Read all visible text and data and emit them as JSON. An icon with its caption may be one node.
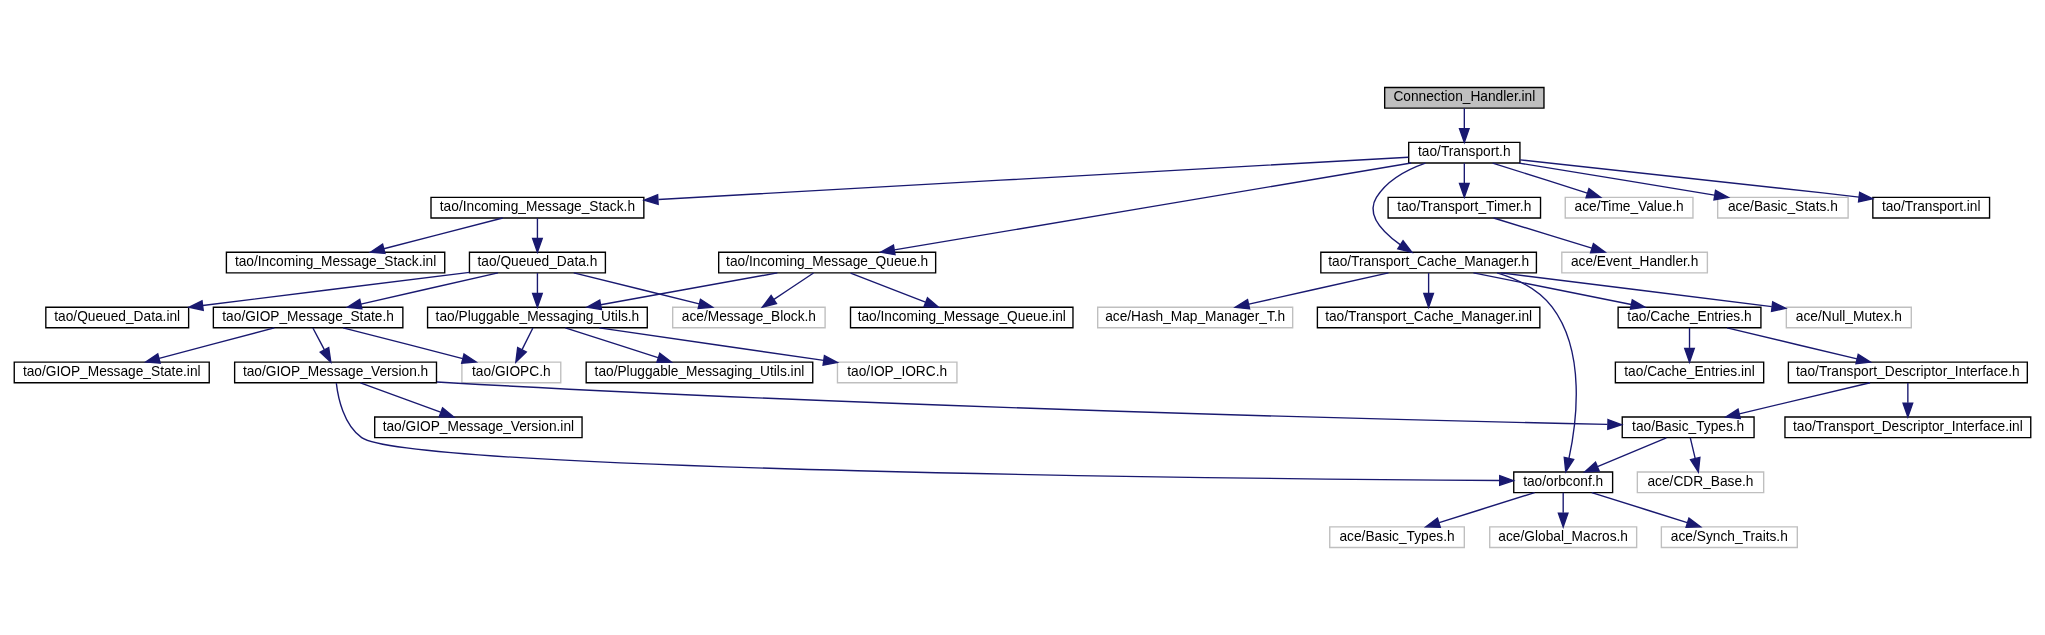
{
  "diagram": {
    "nodes": [
      {
        "text": [
          "Connection_Handler.inl"
        ]
      },
      {
        "text": [
          "tao/Transport.h"
        ]
      },
      {
        "text": [
          "tao/Incoming_Message_Stack.h"
        ]
      },
      {
        "text": [
          "tao/Transport_Timer.h"
        ]
      },
      {
        "text": [
          "ace/Time_Value.h"
        ]
      },
      {
        "text": [
          "ace/Basic_Stats.h"
        ]
      },
      {
        "text": [
          "tao/Transport.inl"
        ]
      },
      {
        "text": [
          "tao/Transport_Cache_Manager.h"
        ]
      },
      {
        "text": [
          "tao/Incoming_Message_Stack.inl"
        ]
      },
      {
        "text": [
          "tao/Queued_Data.h"
        ]
      },
      {
        "text": [
          "tao/Incoming_Message_Queue.h"
        ]
      },
      {
        "text": [
          "ace/Event_Handler.h"
        ]
      },
      {
        "text": [
          "ace/Null_Mutex.h"
        ]
      },
      {
        "text": [
          "ace/Hash_Map_Manager_T.h"
        ]
      },
      {
        "text": [
          "tao/Cache_Entries.h"
        ]
      },
      {
        "text": [
          "tao/Transport_Cache_Manager.inl"
        ]
      },
      {
        "text": [
          "tao/GIOP_Message_State.h"
        ]
      },
      {
        "text": [
          "tao/Queued_Data.inl"
        ]
      },
      {
        "text": [
          "tao/Pluggable_Messaging_Utils.h"
        ]
      },
      {
        "text": [
          "ace/Message_Block.h"
        ]
      },
      {
        "text": [
          "tao/Incoming_Message_Queue.inl"
        ]
      },
      {
        "text": [
          "tao/Transport_Descriptor_Interface.h"
        ]
      },
      {
        "text": [
          "tao/Cache_Entries.inl"
        ]
      },
      {
        "text": [
          "tao/GIOP_Message_Version.h"
        ]
      },
      {
        "text": [
          "tao/GIOP_Message_State.inl"
        ]
      },
      {
        "text": [
          "tao/GIOPC.h"
        ]
      },
      {
        "text": [
          "tao/IOP_IORC.h"
        ]
      },
      {
        "text": [
          "tao/Pluggable_Messaging_Utils.inl"
        ]
      },
      {
        "text": [
          "tao/Transport_Descriptor_Interface.inl"
        ]
      },
      {
        "text": [
          "tao/Basic_Types.h"
        ]
      },
      {
        "text": [
          "tao/GIOP_Message_Version.inl"
        ]
      },
      {
        "text": [
          "ace/CDR_Base.h"
        ]
      },
      {
        "text": [
          "tao/orbconf.h"
        ]
      },
      {
        "text": [
          "ace/Basic_Types.h"
        ]
      },
      {
        "text": [
          "ace/Global_Macros.h"
        ]
      },
      {
        "text": [
          "ace/Synch_Traits.h"
        ]
      }
    ],
    "edges": [
      {
        "from": 0,
        "to": 1,
        "arrow": "to"
      },
      {
        "from": 1,
        "to": 7,
        "arrow": "to"
      },
      {
        "from": 1,
        "to": 2,
        "arrow": "to"
      },
      {
        "from": 1,
        "to": 10,
        "arrow": "to"
      },
      {
        "from": 1,
        "to": 3,
        "arrow": "to"
      },
      {
        "from": 1,
        "to": 4,
        "arrow": "to"
      },
      {
        "from": 1,
        "to": 5,
        "arrow": "to"
      },
      {
        "from": 1,
        "to": 6,
        "arrow": "to"
      },
      {
        "from": 2,
        "to": 8,
        "arrow": "to"
      },
      {
        "from": 2,
        "to": 9,
        "arrow": "to"
      },
      {
        "from": 3,
        "to": 11,
        "arrow": "to"
      },
      {
        "from": 7,
        "to": 12,
        "arrow": "to"
      },
      {
        "from": 7,
        "to": 13,
        "arrow": "to"
      },
      {
        "from": 7,
        "to": 14,
        "arrow": "to"
      },
      {
        "from": 7,
        "to": 32,
        "arrow": "to"
      },
      {
        "from": 7,
        "to": 15,
        "arrow": "to"
      },
      {
        "from": 9,
        "to": 16,
        "arrow": "to"
      },
      {
        "from": 9,
        "to": 17,
        "arrow": "to"
      },
      {
        "from": 9,
        "to": 18,
        "arrow": "to"
      },
      {
        "from": 9,
        "to": 19,
        "arrow": "to"
      },
      {
        "from": 10,
        "to": 18,
        "arrow": "to"
      },
      {
        "from": 10,
        "to": 19,
        "arrow": "to"
      },
      {
        "from": 10,
        "to": 20,
        "arrow": "to"
      },
      {
        "from": 14,
        "to": 21,
        "arrow": "to"
      },
      {
        "from": 14,
        "to": 22,
        "arrow": "to"
      },
      {
        "from": 16,
        "to": 23,
        "arrow": "to"
      },
      {
        "from": 16,
        "to": 24,
        "arrow": "to"
      },
      {
        "from": 16,
        "to": 25,
        "arrow": "to"
      },
      {
        "from": 18,
        "to": 25,
        "arrow": "to"
      },
      {
        "from": 18,
        "to": 26,
        "arrow": "to"
      },
      {
        "from": 18,
        "to": 27,
        "arrow": "to"
      },
      {
        "from": 21,
        "to": 28,
        "arrow": "to"
      },
      {
        "from": 21,
        "to": 29,
        "arrow": "to"
      },
      {
        "from": 23,
        "to": 29,
        "arrow": "to"
      },
      {
        "from": 23,
        "to": 32,
        "arrow": "to"
      },
      {
        "from": 23,
        "to": 30,
        "arrow": "to"
      },
      {
        "from": 29,
        "to": 31,
        "arrow": "to"
      },
      {
        "from": 29,
        "to": 32,
        "arrow": "to"
      },
      {
        "from": 32,
        "to": 33,
        "arrow": "to"
      },
      {
        "from": 32,
        "to": 34,
        "arrow": "to"
      },
      {
        "from": 32,
        "to": 35,
        "arrow": "to"
      }
    ]
  }
}
